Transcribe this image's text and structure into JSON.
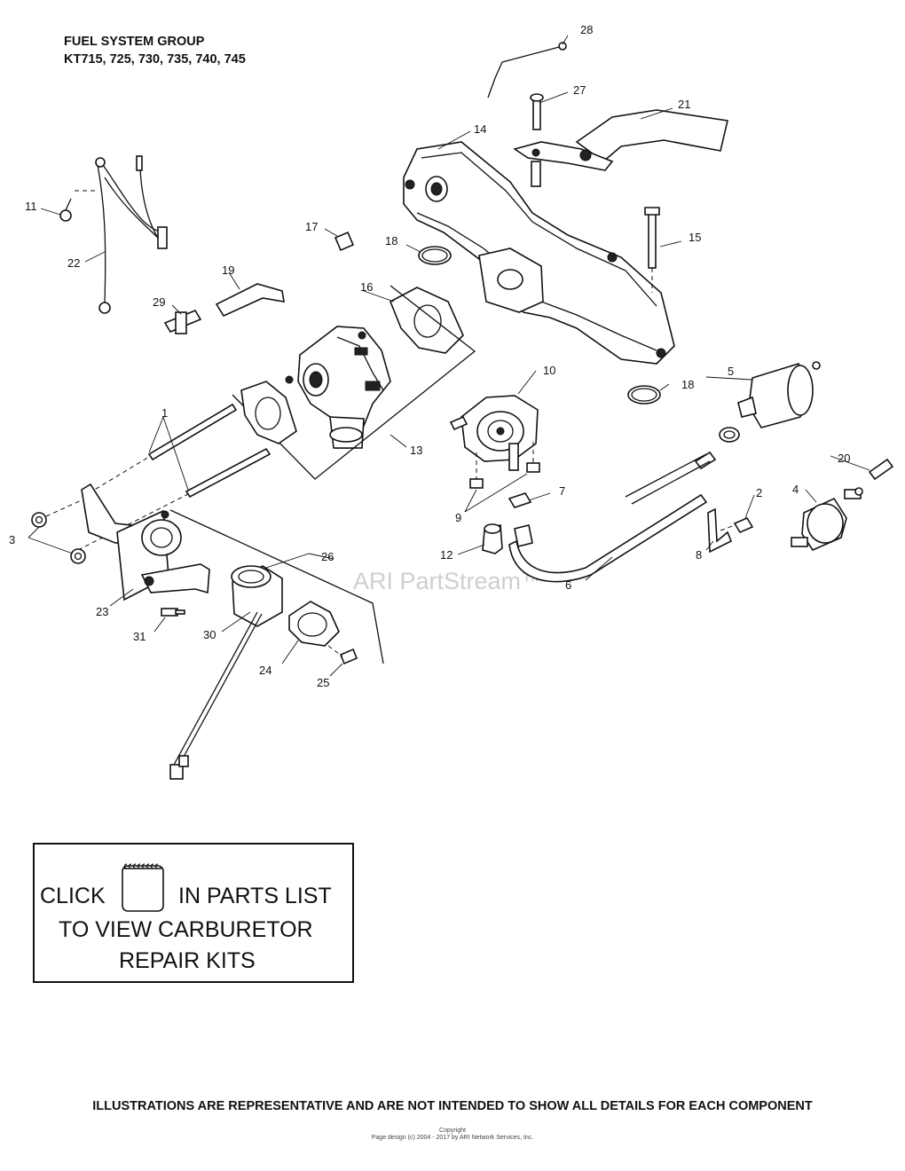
{
  "header": {
    "title_line1": "FUEL SYSTEM GROUP",
    "title_line2": "KT715, 725, 730, 735, 740, 745"
  },
  "callouts": {
    "c1": "1",
    "c2": "2",
    "c3": "3",
    "c4": "4",
    "c5": "5",
    "c6": "6",
    "c7": "7",
    "c8": "8",
    "c9": "9",
    "c10": "10",
    "c11": "11",
    "c12": "12",
    "c13": "13",
    "c14": "14",
    "c15": "15",
    "c16": "16",
    "c17": "17",
    "c18a": "18",
    "c18b": "18",
    "c19": "19",
    "c20": "20",
    "c21": "21",
    "c22": "22",
    "c23": "23",
    "c24": "24",
    "c25": "25",
    "c26": "26",
    "c27": "27",
    "c28": "28",
    "c29": "29",
    "c30": "30",
    "c31": "31"
  },
  "watermark": "ARI PartStream™",
  "kit_box": {
    "click": "CLICK",
    "in_parts_list": "IN PARTS LIST",
    "line2": "TO VIEW CARBURETOR",
    "line3": "REPAIR KITS",
    "icon": "notebook-icon"
  },
  "footer": {
    "disclaimer": "ILLUSTRATIONS ARE REPRESENTATIVE AND ARE NOT INTENDED TO SHOW ALL DETAILS FOR EACH COMPONENT",
    "copyright_line1": "Copyright",
    "copyright_line2": "Page design (c) 2004 - 2017 by ARI Network Services, Inc."
  }
}
